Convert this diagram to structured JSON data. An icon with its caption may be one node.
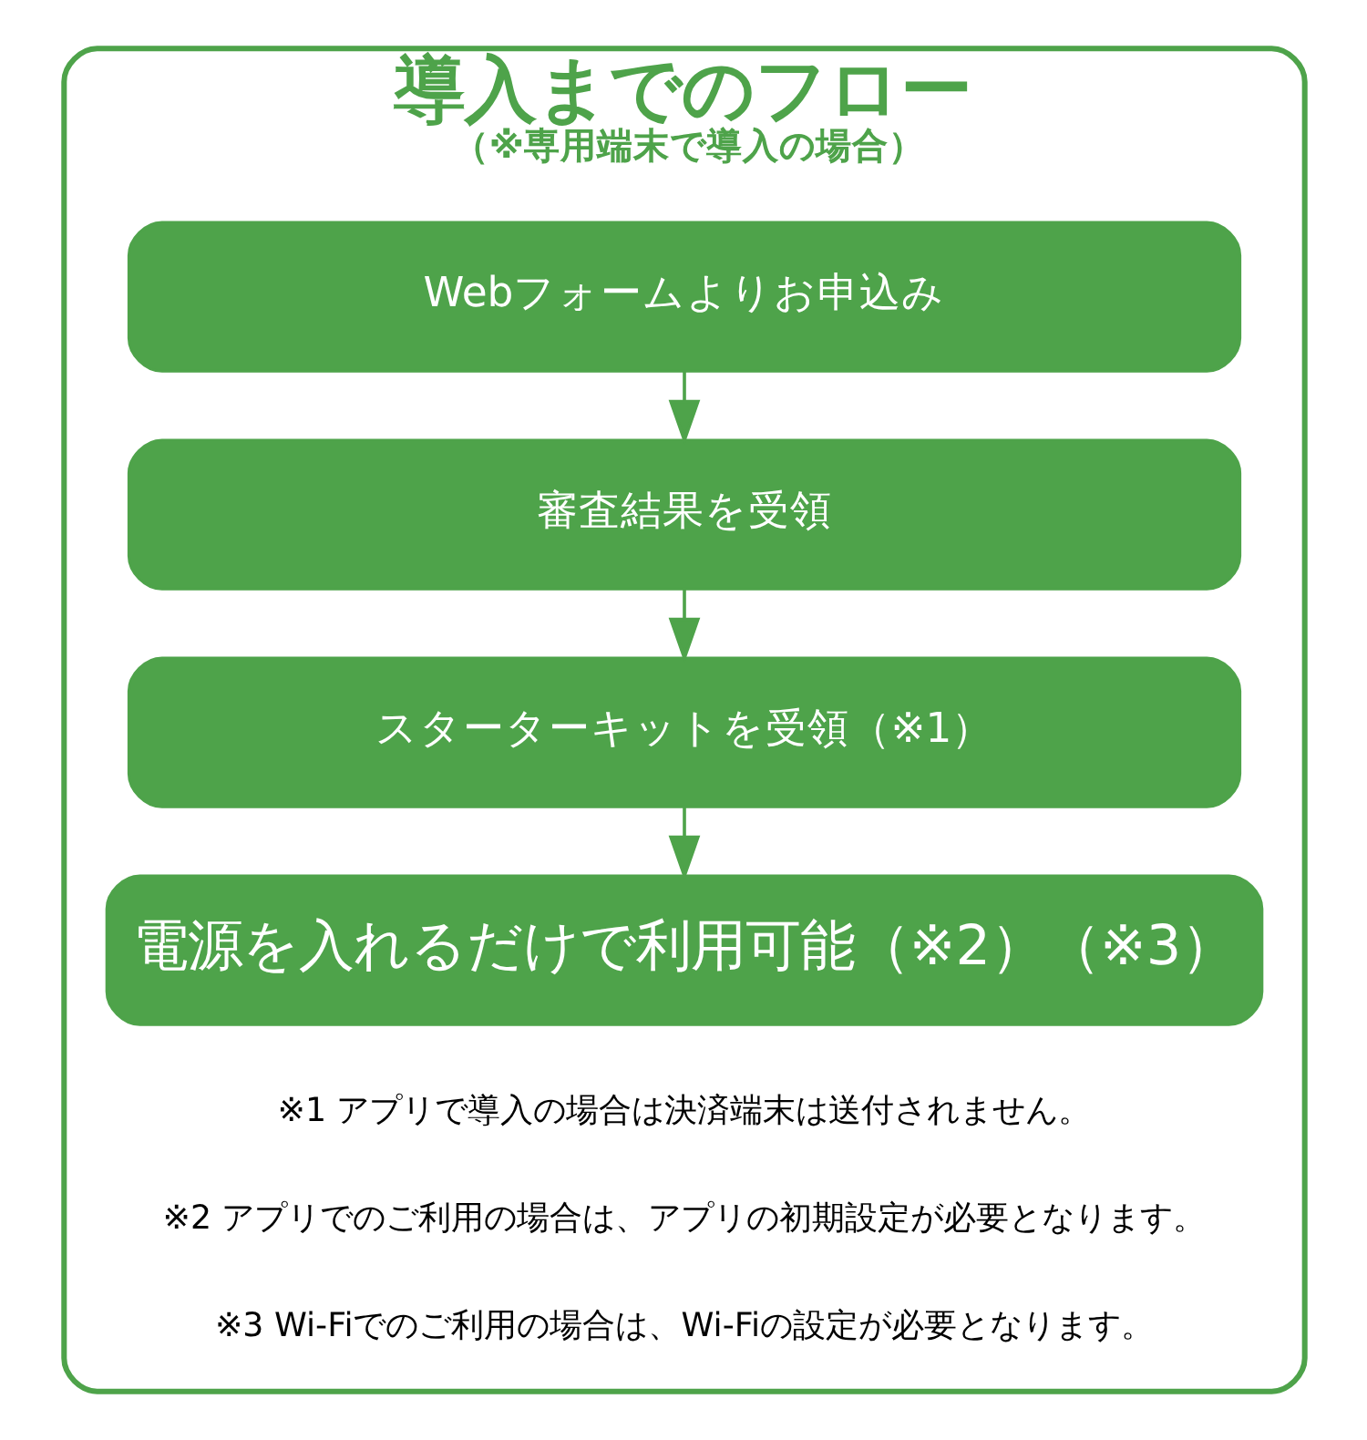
{
  "diagram": {
    "nodes": [
      {
        "text": [
          "導入までのフロー",
          "（※専用端末で導入の場合）"
        ]
      },
      {
        "text": [
          "Webフォームよりお申込み"
        ],
        "in": 0
      },
      {
        "text": [
          "審査結果を受領"
        ],
        "in": 0
      },
      {
        "text": [
          "スターターキットを受領（※1）"
        ],
        "in": 0
      },
      {
        "text": [
          "電源を入れるだけで利用可能（※2）（※3）"
        ],
        "in": 0
      }
    ],
    "edges": [
      {
        "from": 1,
        "to": 2,
        "arrow": "to"
      },
      {
        "from": 2,
        "to": 3,
        "arrow": "to"
      },
      {
        "from": 3,
        "to": 4,
        "arrow": "to"
      }
    ],
    "labels": [
      "※1 アプリで導入の場合は決済端末は送付されません。",
      "※2 アプリでのご利用の場合は、アプリの初期設定が必要となります。",
      "※3 Wi-Fiでのご利用の場合は、Wi-Fiの設定が必要となります。"
    ]
  }
}
